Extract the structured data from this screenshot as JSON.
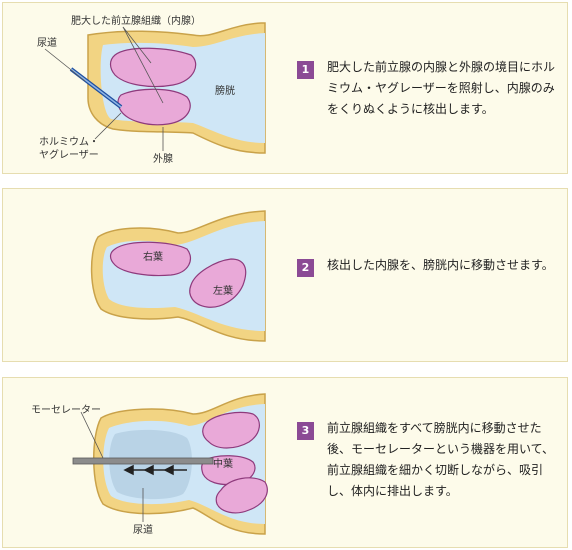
{
  "steps": [
    {
      "number": "1",
      "text": "肥大した前立腺の内腺と外腺の境目にホルミウム・ヤグレーザーを照射し、内腺のみをくりぬくように核出します。",
      "labels": {
        "hypertrophy": "肥大した前立腺組織（内腺）",
        "urethra": "尿道",
        "bladder": "膀胱",
        "laser_line1": "ホルミウム・",
        "laser_line2": "ヤグレーザー",
        "outer_gland": "外腺"
      }
    },
    {
      "number": "2",
      "text": "核出した内腺を、膀胱内に移動させます。",
      "labels": {
        "right_lobe": "右葉",
        "left_lobe": "左葉"
      }
    },
    {
      "number": "3",
      "text": "前立腺組織をすべて膀胱内に移動させた後、モーセレーターという機器を用いて、前立腺組織を細かく切断しながら、吸引し、体内に排出します。",
      "labels": {
        "morcellator": "モーセレーター",
        "middle_lobe": "中葉",
        "urethra": "尿道"
      }
    }
  ],
  "colors": {
    "panel_bg": "#fdfbea",
    "tissue_wall": "#f2d483",
    "fluid": "#cfe6f6",
    "lobe_fill": "#e9a9d8",
    "lobe_stroke": "#8e3a7c",
    "step_badge": "#8b4a95"
  }
}
